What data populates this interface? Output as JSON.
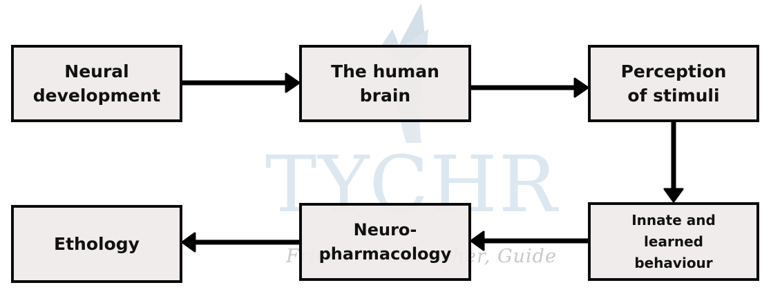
{
  "diagram": {
    "type": "flowchart",
    "nodes": [
      {
        "id": "neural-development",
        "label": "Neural\ndevelopment"
      },
      {
        "id": "human-brain",
        "label": "The human\nbrain"
      },
      {
        "id": "perception",
        "label": "Perception\nof stimuli"
      },
      {
        "id": "innate-learned",
        "label": "Innate and\nlearned\nbehaviour"
      },
      {
        "id": "neuropharmacology",
        "label": "Neuro-\npharmacology"
      },
      {
        "id": "ethology",
        "label": "Ethology"
      }
    ],
    "edges": [
      {
        "from": "neural-development",
        "to": "human-brain"
      },
      {
        "from": "human-brain",
        "to": "perception"
      },
      {
        "from": "perception",
        "to": "innate-learned"
      },
      {
        "from": "innate-learned",
        "to": "neuropharmacology"
      },
      {
        "from": "neuropharmacology",
        "to": "ethology"
      }
    ]
  },
  "labels": {
    "neural_development": "Neural development",
    "human_brain": "The human brain",
    "perception": "Perception of stimuli",
    "innate_learned": "Innate and learned behaviour",
    "neuropharmacology": "Neuro- pharmacology",
    "ethology": "Ethology"
  },
  "watermark": {
    "brand": "TYCHR",
    "tagline": "Friend, Philosopher, Guide",
    "color": "#dde7ef"
  },
  "colors": {
    "box_fill": "#eeebea",
    "border": "#0a0a0a",
    "arrow": "#000000"
  }
}
